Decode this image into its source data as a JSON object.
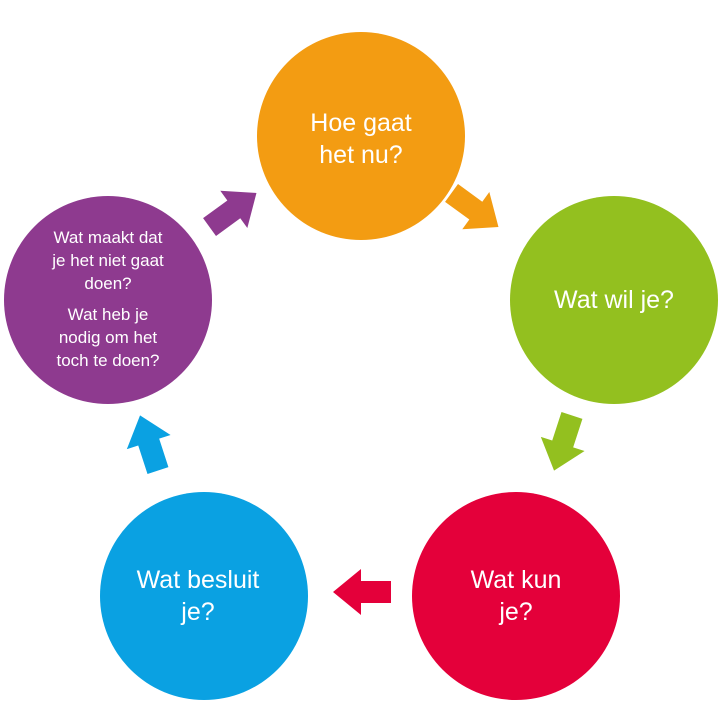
{
  "nodes": [
    {
      "id": "hoe-gaat-het-nu",
      "lines": [
        "Hoe gaat",
        "het nu?"
      ],
      "color": "#F39C12"
    },
    {
      "id": "wat-wil-je",
      "lines": [
        "Wat wil je?"
      ],
      "color": "#93C01F"
    },
    {
      "id": "wat-kun-je",
      "lines": [
        "Wat kun",
        "je?"
      ],
      "color": "#E4003A"
    },
    {
      "id": "wat-besluit-je",
      "lines": [
        "Wat besluit",
        "je?"
      ],
      "color": "#0AA1E2"
    },
    {
      "id": "obstakels",
      "paragraphs": [
        [
          "Wat maakt dat",
          "je het niet gaat",
          "doen?"
        ],
        [
          "Wat heb je",
          "nodig om het",
          "toch te doen?"
        ]
      ],
      "color": "#8E3A8F"
    }
  ],
  "arrows": [
    {
      "from": "hoe-gaat-het-nu",
      "to": "wat-wil-je",
      "color": "#F39C12"
    },
    {
      "from": "wat-wil-je",
      "to": "wat-kun-je",
      "color": "#93C01F"
    },
    {
      "from": "wat-kun-je",
      "to": "wat-besluit-je",
      "color": "#E4003A"
    },
    {
      "from": "wat-besluit-je",
      "to": "obstakels",
      "color": "#0AA1E2"
    },
    {
      "from": "obstakels",
      "to": "hoe-gaat-het-nu",
      "color": "#8E3A8F"
    }
  ]
}
